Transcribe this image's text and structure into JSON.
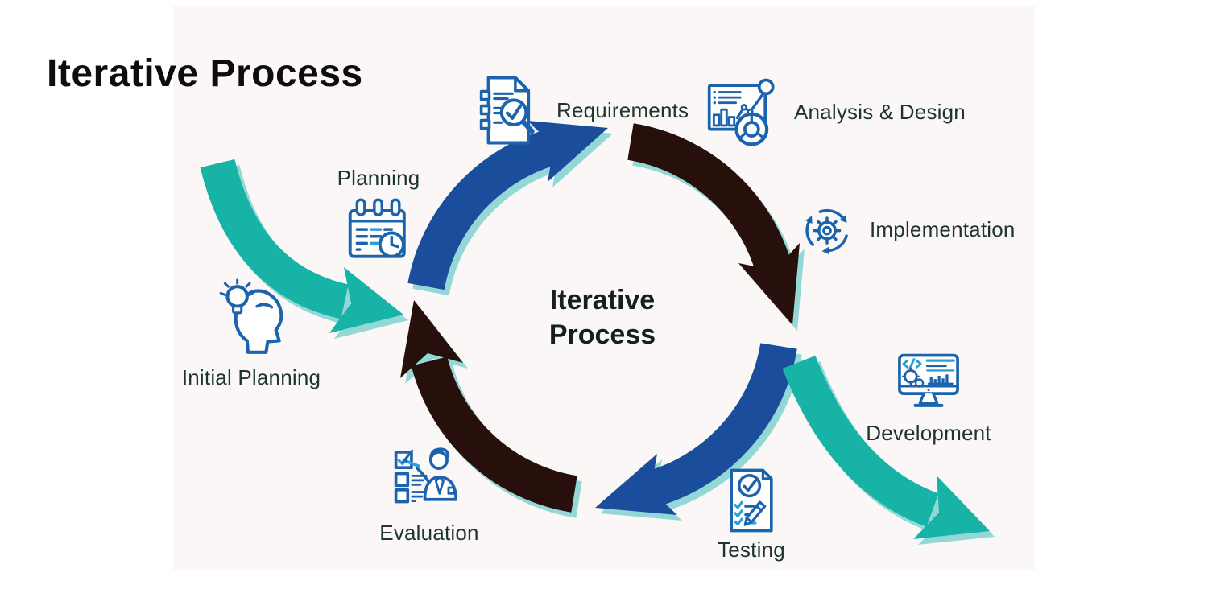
{
  "title": "Iterative Process",
  "center": {
    "line1": "Iterative",
    "line2": "Process"
  },
  "nodes": [
    {
      "id": "planning",
      "label": "Planning",
      "icon": "calendar-clock-icon"
    },
    {
      "id": "requirements",
      "label": "Requirements",
      "icon": "document-checklist-magnifier-icon"
    },
    {
      "id": "analysis-design",
      "label": "Analysis & Design",
      "icon": "analytics-dashboard-icon"
    },
    {
      "id": "implementation",
      "label": "Implementation",
      "icon": "gear-cycle-icon"
    },
    {
      "id": "development",
      "label": "Development",
      "icon": "monitor-code-icon"
    },
    {
      "id": "testing",
      "label": "Testing",
      "icon": "checklist-pencil-icon"
    },
    {
      "id": "evaluation",
      "label": "Evaluation",
      "icon": "person-checklist-icon"
    },
    {
      "id": "initial-planning",
      "label": "Initial Planning",
      "icon": "head-lightbulb-icon"
    }
  ],
  "arrows": [
    {
      "name": "entry-arrow",
      "color_key": "arrow_teal"
    },
    {
      "name": "cycle-arc-top-left",
      "color_key": "arrow_blue"
    },
    {
      "name": "cycle-arc-top-right",
      "color_key": "arrow_dark"
    },
    {
      "name": "cycle-arc-bottom-right",
      "color_key": "arrow_blue"
    },
    {
      "name": "cycle-arc-bottom-left",
      "color_key": "arrow_dark"
    },
    {
      "name": "exit-arrow",
      "color_key": "arrow_teal"
    }
  ],
  "colors": {
    "arrow_teal": "#17B3A7",
    "arrow_blue": "#1A4E9C",
    "arrow_dark": "#27100C",
    "arrow_shadow": "#93D8D6",
    "icon_primary": "#1B64AD",
    "icon_accent": "#2D9FD8",
    "label_text": "#1E352E",
    "title_text": "#0D0D0D",
    "center_text": "#15201E",
    "panel_background": "#FAF7F6"
  }
}
